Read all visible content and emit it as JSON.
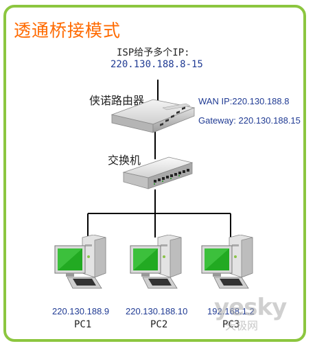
{
  "title": "透通桥接模式",
  "isp": {
    "label": "ISP给予多个IP:",
    "range": "220.130.188.8-15"
  },
  "router": {
    "label": "侠诺路由器",
    "wan_ip": "WAN IP:220.130.188.8",
    "gateway": "Gateway: 220.130.188.15"
  },
  "switch": {
    "label": "交换机"
  },
  "pcs": [
    {
      "ip": "220.130.188.9",
      "name": "PC1"
    },
    {
      "ip": "220.130.188.10",
      "name": "PC2"
    },
    {
      "ip": "192.168.1.2",
      "name": "PC3"
    }
  ],
  "watermark": {
    "brand": "yesky",
    "sub": "天极网"
  },
  "colors": {
    "title": "#ff6a00",
    "border": "#8cc63f",
    "ip_text": "#1f3a93",
    "screen": "#22aa22"
  }
}
